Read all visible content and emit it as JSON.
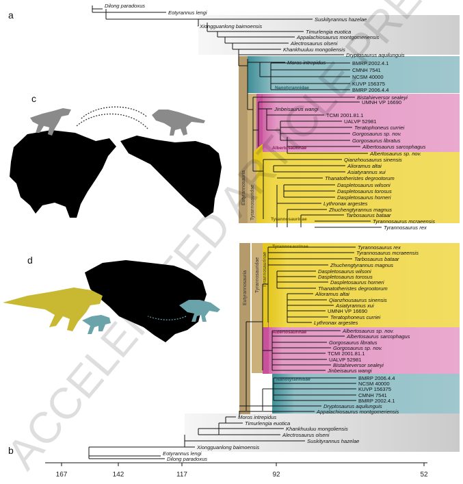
{
  "panels": {
    "a": "a",
    "b": "b",
    "c": "c",
    "d": "d"
  },
  "watermark": "ACCELERATED ARTICLE PREVIEW",
  "axis": {
    "ticks": [
      "167",
      "142",
      "117",
      "92",
      "52"
    ]
  },
  "clades": {
    "nanotyrannidae": "Nanotyrannidae",
    "albertosaurinae": "Albertosaurinae",
    "tyrannosaurinae": "Tyrannosaurinae",
    "eutyrannosauria": "Eutyrannosauria",
    "tyrannosauridae": "Tyrannosauridae",
    "tyrannosaurinae_v": "Tyrannosaurinae"
  },
  "tree_a": [
    {
      "name": "Dilong paradoxus",
      "italic": true
    },
    {
      "name": "Eotyrannus lengi",
      "italic": true
    },
    {
      "name": "Suskityrannus hazelae",
      "italic": true
    },
    {
      "name": "Xiongguanlong baimoensis",
      "italic": true
    },
    {
      "name": "Timurlengia euotica",
      "italic": true
    },
    {
      "name": "Appalachiosaurus montgomeriensis",
      "italic": true
    },
    {
      "name": "Alectrosaurus olseni",
      "italic": true
    },
    {
      "name": "Khankhuuluu mongoliensis",
      "italic": true
    },
    {
      "name": "Dryptosaurus aquilunguis",
      "italic": true
    },
    {
      "name": "BMRP 2002.4.1",
      "italic": false
    },
    {
      "name": "Moros intrepidus",
      "italic": true
    },
    {
      "name": "CMNH 7541",
      "italic": false
    },
    {
      "name": "NCSM 40000",
      "italic": false
    },
    {
      "name": "KUVP 156375",
      "italic": false
    },
    {
      "name": "BMRP 2006.4.4",
      "italic": false
    },
    {
      "name": "Bistahieversor sealeyi",
      "italic": true
    },
    {
      "name": "UMNH VP 16690",
      "italic": false
    },
    {
      "name": "Jinbeisaurus wangi",
      "italic": true
    },
    {
      "name": "TCMI 2001.81.1",
      "italic": false
    },
    {
      "name": "UALVP 52981",
      "italic": false
    },
    {
      "name": "Teratophoneus curriei",
      "italic": true
    },
    {
      "name": "Gorgosaurus sp. nov.",
      "italic": true
    },
    {
      "name": "Gorgosaurus libratus",
      "italic": true
    },
    {
      "name": "Albertosaurus sarcophagus",
      "italic": true
    },
    {
      "name": "Albertosaurus sp. nov.",
      "italic": true
    },
    {
      "name": "Qianzhousaurus sinensis",
      "italic": true
    },
    {
      "name": "Alioramus altai",
      "italic": true
    },
    {
      "name": "Asiatyrannus xui",
      "italic": true
    },
    {
      "name": "Thanatotheristes degrootorum",
      "italic": true
    },
    {
      "name": "Daspletosaurus wilsoni",
      "italic": true
    },
    {
      "name": "Daspletosaurus torosus",
      "italic": true
    },
    {
      "name": "Daspletosaurus horneri",
      "italic": true
    },
    {
      "name": "Lythronax argestes",
      "italic": true
    },
    {
      "name": "Zhuchengtyrannus magnus",
      "italic": true
    },
    {
      "name": "Tarbosaurus bataar",
      "italic": true
    },
    {
      "name": "Tyrannosaurus mcraeensis",
      "italic": true
    },
    {
      "name": "Tyrannosaurus rex",
      "italic": true
    }
  ],
  "tree_b": [
    {
      "name": "Tyrannosaurus rex",
      "italic": true
    },
    {
      "name": "Tyrannosaurus mcraeensis",
      "italic": true
    },
    {
      "name": "Tarbosaurus bataar",
      "italic": true
    },
    {
      "name": "Zhuchengtyrannus magnus",
      "italic": true
    },
    {
      "name": "Daspletosaurus wilsoni",
      "italic": true
    },
    {
      "name": "Daspletosaurus torosus",
      "italic": true
    },
    {
      "name": "Daspletosaurus horneri",
      "italic": true
    },
    {
      "name": "Thanatotheristes degrootorum",
      "italic": true
    },
    {
      "name": "Alioramus altai",
      "italic": true
    },
    {
      "name": "Qianzhousaurus sinensis",
      "italic": true
    },
    {
      "name": "Asiatyrannus xui",
      "italic": true
    },
    {
      "name": "UMNH VP 16690",
      "italic": false
    },
    {
      "name": "Teratophoneus curriei",
      "italic": true
    },
    {
      "name": "Lythronax argestes",
      "italic": true
    },
    {
      "name": "Albertosaurus sp. nov.",
      "italic": true
    },
    {
      "name": "Albertosaurus sarcophagus",
      "italic": true
    },
    {
      "name": "Gorgosaurus libratus",
      "italic": true
    },
    {
      "name": "Gorgosaurus sp. nov.",
      "italic": true
    },
    {
      "name": "TCMI 2001.81.1",
      "italic": false
    },
    {
      "name": "UALVP 52981",
      "italic": false
    },
    {
      "name": "Bistahieversor sealeyi",
      "italic": true
    },
    {
      "name": "Jinbeisaurus wangi",
      "italic": true
    },
    {
      "name": "BMRP 2006.4.4",
      "italic": false
    },
    {
      "name": "NCSM 40000",
      "italic": false
    },
    {
      "name": "KUVP 156375",
      "italic": false
    },
    {
      "name": "CMNH 7541",
      "italic": false
    },
    {
      "name": "BMRP 2002.4.1",
      "italic": false
    },
    {
      "name": "Dryptosaurus aquilunguis",
      "italic": true
    },
    {
      "name": "Appalachiosaurus montgomeriensis",
      "italic": true
    },
    {
      "name": "Moros intrepidus",
      "italic": true
    },
    {
      "name": "Timurlengia euotica",
      "italic": true
    },
    {
      "name": "Khankhuuluu mongoliensis",
      "italic": true
    },
    {
      "name": "Alectrosaurus olseni",
      "italic": true
    },
    {
      "name": "Suskityrannus hazelae",
      "italic": true
    },
    {
      "name": "Xiongguanlong baimoensis",
      "italic": true
    },
    {
      "name": "Eotyrannus lengi",
      "italic": true
    },
    {
      "name": "Dilong paradoxus",
      "italic": true
    }
  ],
  "colors": {
    "nanotyrannidae": "#8fbfc6",
    "albertosaurinae": "#e39ac5",
    "tyrannosaurinae": "#efd84a",
    "eutyrannosauria": "#b59a6c",
    "grey_band": "#c9c9c9",
    "silhouette_grey": "#8a8a8a",
    "silhouette_teal": "#6aa3aa",
    "silhouette_yellow": "#c9b832"
  }
}
